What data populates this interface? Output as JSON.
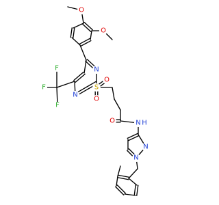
{
  "structure": {
    "atoms": [
      {
        "el": "O",
        "text": "O",
        "color": "#e00000"
      },
      {
        "el": "O",
        "text": "O",
        "color": "#e00000"
      },
      {
        "el": "N",
        "text": "N",
        "color": "#1f3fd6"
      },
      {
        "el": "N",
        "text": "N",
        "color": "#1f3fd6"
      },
      {
        "el": "F",
        "text": "F",
        "color": "#2fae2f"
      },
      {
        "el": "F",
        "text": "F",
        "color": "#2fae2f"
      },
      {
        "el": "F",
        "text": "F",
        "color": "#2fae2f"
      },
      {
        "el": "S",
        "text": "S",
        "color": "#c9a400"
      },
      {
        "el": "O",
        "text": "O",
        "color": "#e00000"
      },
      {
        "el": "O",
        "text": "O",
        "color": "#e00000"
      },
      {
        "el": "O",
        "text": "O",
        "color": "#e00000"
      },
      {
        "el": "N",
        "text": "N",
        "color": "#1f3fd6"
      },
      {
        "el": "H",
        "text": "H",
        "color": "#1f3fd6"
      },
      {
        "el": "N",
        "text": "N",
        "color": "#1f3fd6"
      },
      {
        "el": "N",
        "text": "N",
        "color": "#1f3fd6"
      }
    ]
  }
}
